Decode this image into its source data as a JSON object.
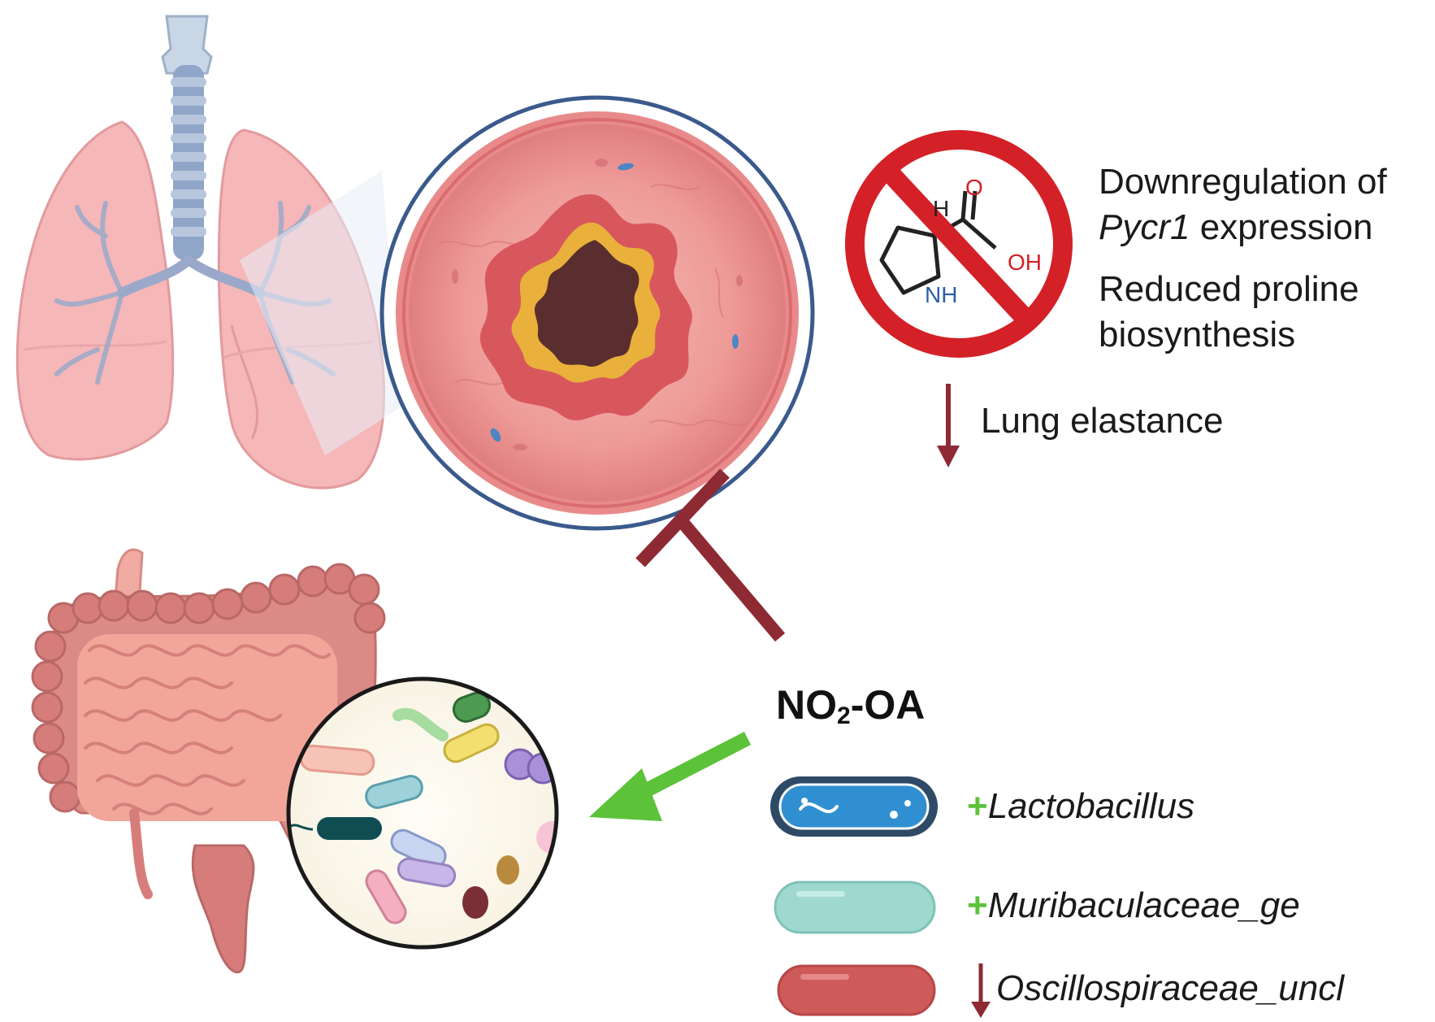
{
  "figure": {
    "effects": {
      "line1a": "Downregulation of",
      "line1b_italic": "Pycr1",
      "line1b_rest": " expression",
      "line2a": "Reduced proline",
      "line2b": "biosynthesis",
      "elastance": "Lung elastance"
    },
    "molecule": {
      "atom_h": "H",
      "atom_o": "O",
      "atom_oh": "OH",
      "atom_nh": "NH"
    },
    "drug": {
      "prefix": "NO",
      "subscript": "2",
      "suffix": "-OA"
    },
    "bacteria": [
      {
        "sign": "+",
        "name": "Lactobacillus",
        "color": "#2f8fd1"
      },
      {
        "sign": "+",
        "name": "Muribaculaceae_ge",
        "color": "#9fd8cf"
      },
      {
        "sign": "↓",
        "name": "Oscillospiraceae_uncl",
        "color": "#cf5a5a"
      }
    ],
    "colors": {
      "inhibit": "#8e2a34",
      "increase_arrow": "#5cc23a",
      "no_sign": "#d42027",
      "airway_wall": "#e98a8a",
      "lumen": "#5a2e2e"
    }
  }
}
